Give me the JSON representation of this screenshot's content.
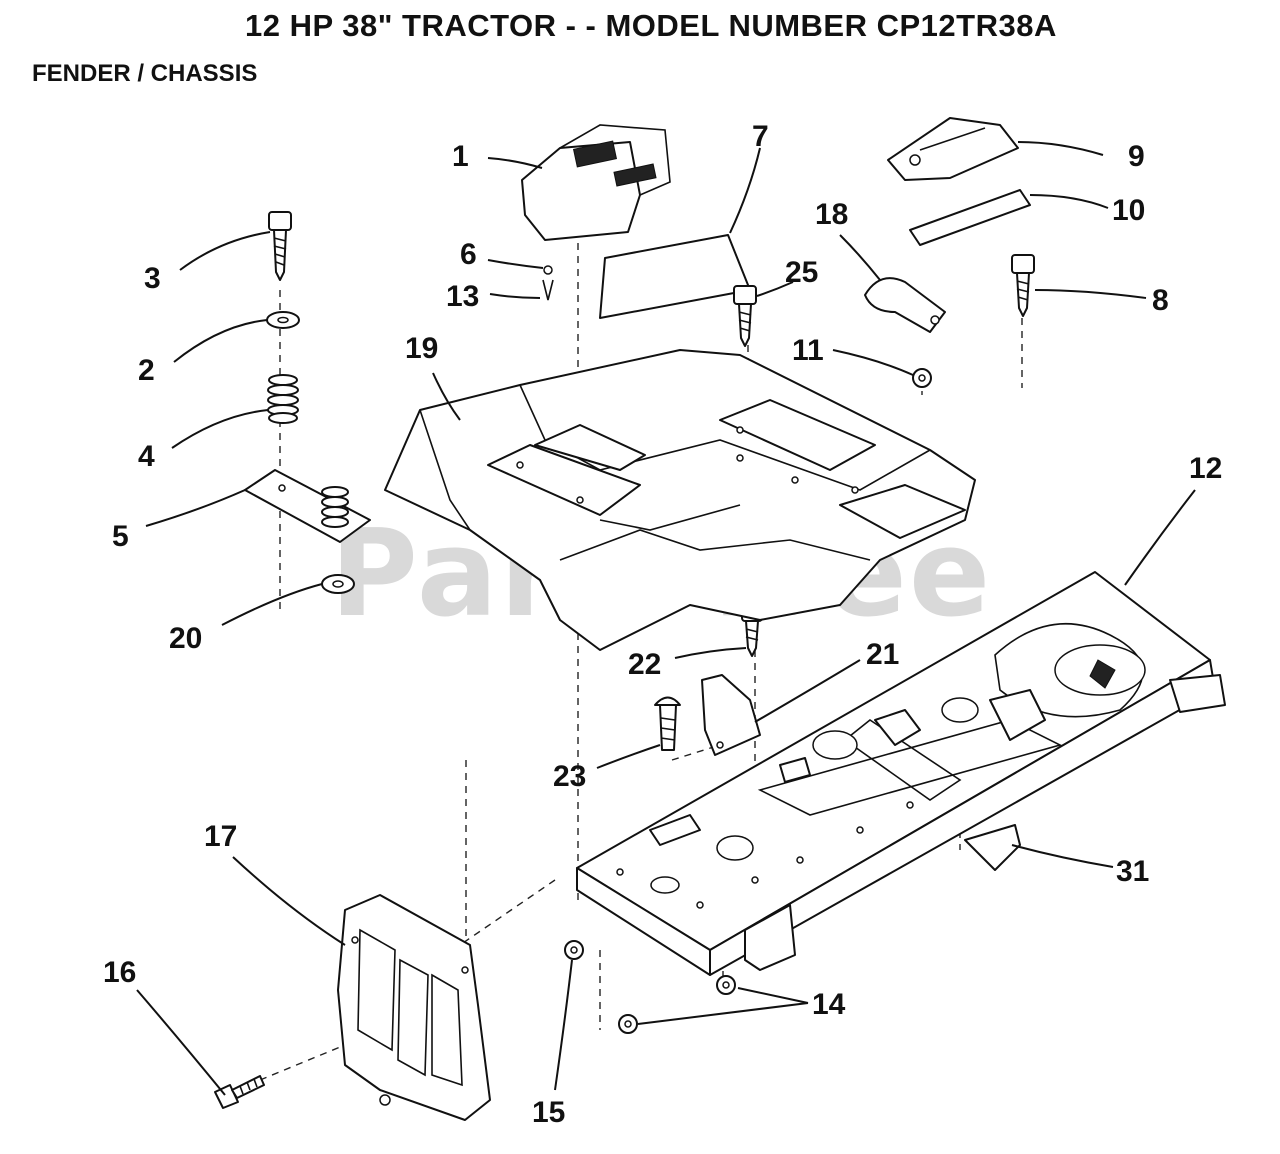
{
  "title": "12 HP 38\" TRACTOR - - MODEL NUMBER CP12TR38A",
  "subtitle": "FENDER / CHASSIS",
  "watermark": "PartsTree",
  "callouts": {
    "c1": "1",
    "c2": "2",
    "c3": "3",
    "c4": "4",
    "c5": "5",
    "c6": "6",
    "c7": "7",
    "c8": "8",
    "c9": "9",
    "c10": "10",
    "c11": "11",
    "c12": "12",
    "c13": "13",
    "c14": "14",
    "c15": "15",
    "c16": "16",
    "c17": "17",
    "c18": "18",
    "c19": "19",
    "c20": "20",
    "c21": "21",
    "c22": "22",
    "c23": "23",
    "c25": "25",
    "c31": "31"
  }
}
